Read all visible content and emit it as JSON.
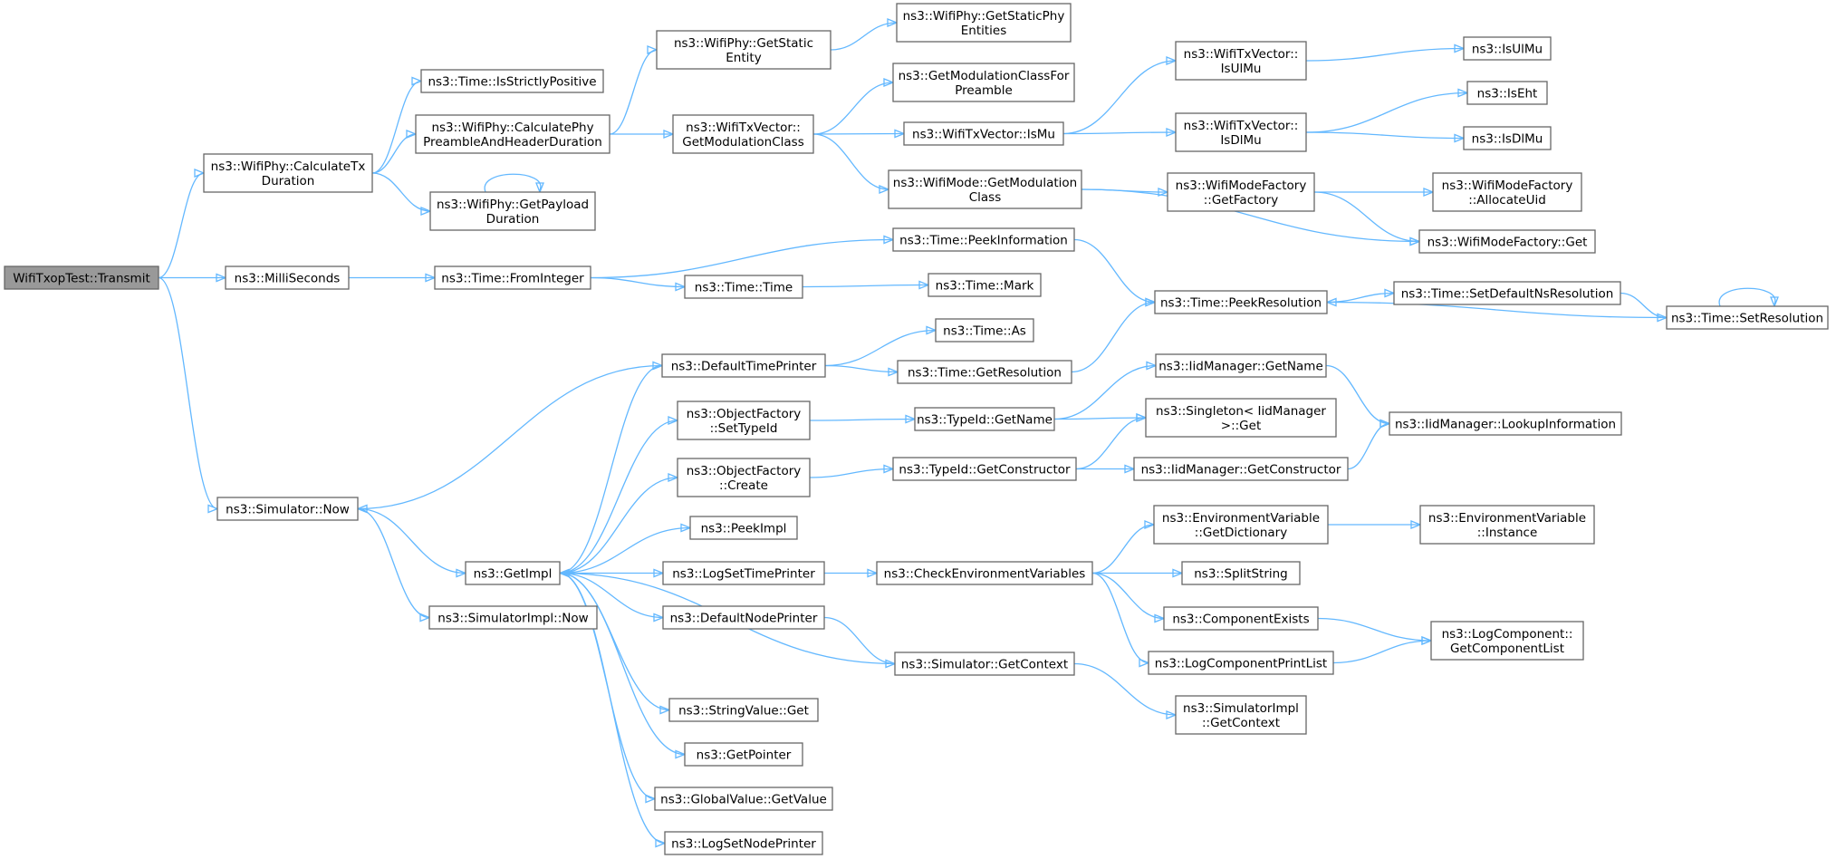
{
  "diagram": {
    "type": "call-graph",
    "colors": {
      "edge": "#63b8ff",
      "node_border": "#666666",
      "root_fill": "#999999",
      "node_fill": "#ffffff"
    },
    "nodes": [
      {
        "id": "transmit",
        "lines": [
          "WifiTxopTest::Transmit"
        ],
        "root": true
      },
      {
        "id": "calcTx",
        "lines": [
          "ns3::WifiPhy::CalculateTx",
          "Duration"
        ]
      },
      {
        "id": "milli",
        "lines": [
          "ns3::MilliSeconds"
        ]
      },
      {
        "id": "simNow",
        "lines": [
          "ns3::Simulator::Now"
        ]
      },
      {
        "id": "strictPos",
        "lines": [
          "ns3::Time::IsStrictlyPositive"
        ]
      },
      {
        "id": "calcPre",
        "lines": [
          "ns3::WifiPhy::CalculatePhy",
          "PreambleAndHeaderDuration"
        ]
      },
      {
        "id": "payload",
        "lines": [
          "ns3::WifiPhy::GetPayload",
          "Duration"
        ]
      },
      {
        "id": "fromInt",
        "lines": [
          "ns3::Time::FromInteger"
        ]
      },
      {
        "id": "getImpl",
        "lines": [
          "ns3::GetImpl"
        ]
      },
      {
        "id": "simImplNow",
        "lines": [
          "ns3::SimulatorImpl::Now"
        ]
      },
      {
        "id": "staticEnt",
        "lines": [
          "ns3::WifiPhy::GetStatic",
          "Entity"
        ]
      },
      {
        "id": "getModClass",
        "lines": [
          "ns3::WifiTxVector::",
          "GetModulationClass"
        ]
      },
      {
        "id": "defTimePrinter",
        "lines": [
          "ns3::DefaultTimePrinter"
        ]
      },
      {
        "id": "objSetType",
        "lines": [
          "ns3::ObjectFactory",
          "::SetTypeId"
        ]
      },
      {
        "id": "objCreate",
        "lines": [
          "ns3::ObjectFactory",
          "::Create"
        ]
      },
      {
        "id": "peekImpl",
        "lines": [
          "ns3::PeekImpl"
        ]
      },
      {
        "id": "logSetTime",
        "lines": [
          "ns3::LogSetTimePrinter"
        ]
      },
      {
        "id": "defNodePrinter",
        "lines": [
          "ns3::DefaultNodePrinter"
        ]
      },
      {
        "id": "strValGet",
        "lines": [
          "ns3::StringValue::Get"
        ]
      },
      {
        "id": "getPointer",
        "lines": [
          "ns3::GetPointer"
        ]
      },
      {
        "id": "globalGetValue",
        "lines": [
          "ns3::GlobalValue::GetValue"
        ]
      },
      {
        "id": "logSetNode",
        "lines": [
          "ns3::LogSetNodePrinter"
        ]
      },
      {
        "id": "timeTime",
        "lines": [
          "ns3::Time::Time"
        ]
      },
      {
        "id": "staticEntities",
        "lines": [
          "ns3::WifiPhy::GetStaticPhy",
          "Entities"
        ]
      },
      {
        "id": "getModForPre",
        "lines": [
          "ns3::GetModulationClassFor",
          "Preamble"
        ]
      },
      {
        "id": "isMu",
        "lines": [
          "ns3::WifiTxVector::IsMu"
        ]
      },
      {
        "id": "modeGetMod",
        "lines": [
          "ns3::WifiMode::GetModulation",
          "Class"
        ]
      },
      {
        "id": "peekInfo",
        "lines": [
          "ns3::Time::PeekInformation"
        ]
      },
      {
        "id": "timeMark",
        "lines": [
          "ns3::Time::Mark"
        ]
      },
      {
        "id": "timeAs",
        "lines": [
          "ns3::Time::As"
        ]
      },
      {
        "id": "getRes",
        "lines": [
          "ns3::Time::GetResolution"
        ]
      },
      {
        "id": "typeGetName",
        "lines": [
          "ns3::TypeId::GetName"
        ]
      },
      {
        "id": "typeGetCons",
        "lines": [
          "ns3::TypeId::GetConstructor"
        ]
      },
      {
        "id": "checkEnv",
        "lines": [
          "ns3::CheckEnvironmentVariables"
        ]
      },
      {
        "id": "simGetCtx",
        "lines": [
          "ns3::Simulator::GetContext"
        ]
      },
      {
        "id": "isUlMuV",
        "lines": [
          "ns3::WifiTxVector::",
          "IsUlMu"
        ]
      },
      {
        "id": "isDlMuV",
        "lines": [
          "ns3::WifiTxVector::",
          "IsDlMu"
        ]
      },
      {
        "id": "factoryGet",
        "lines": [
          "ns3::WifiModeFactory",
          "::GetFactory"
        ]
      },
      {
        "id": "peekRes",
        "lines": [
          "ns3::Time::PeekResolution"
        ]
      },
      {
        "id": "iidGetName",
        "lines": [
          "ns3::IidManager::GetName"
        ]
      },
      {
        "id": "singleton",
        "lines": [
          "ns3::Singleton< IidManager",
          ">::Get"
        ]
      },
      {
        "id": "iidGetCons",
        "lines": [
          "ns3::IidManager::GetConstructor"
        ]
      },
      {
        "id": "envGetDict",
        "lines": [
          "ns3::EnvironmentVariable",
          "::GetDictionary"
        ]
      },
      {
        "id": "splitString",
        "lines": [
          "ns3::SplitString"
        ]
      },
      {
        "id": "compExists",
        "lines": [
          "ns3::ComponentExists"
        ]
      },
      {
        "id": "logCompPrint",
        "lines": [
          "ns3::LogComponentPrintList"
        ]
      },
      {
        "id": "simImplCtx",
        "lines": [
          "ns3::SimulatorImpl",
          "::GetContext"
        ]
      },
      {
        "id": "setDefNs",
        "lines": [
          "ns3::Time::SetDefaultNsResolution"
        ]
      },
      {
        "id": "isUlMu",
        "lines": [
          "ns3::IsUlMu"
        ]
      },
      {
        "id": "isEht",
        "lines": [
          "ns3::IsEht"
        ]
      },
      {
        "id": "isDlMu",
        "lines": [
          "ns3::IsDlMu"
        ]
      },
      {
        "id": "allocUid",
        "lines": [
          "ns3::WifiModeFactory",
          "::AllocateUid"
        ]
      },
      {
        "id": "wmfGet",
        "lines": [
          "ns3::WifiModeFactory::Get"
        ]
      },
      {
        "id": "iidLookup",
        "lines": [
          "ns3::IidManager::LookupInformation"
        ]
      },
      {
        "id": "envInstance",
        "lines": [
          "ns3::EnvironmentVariable",
          "::Instance"
        ]
      },
      {
        "id": "logCompGetList",
        "lines": [
          "ns3::LogComponent::",
          "GetComponentList"
        ]
      },
      {
        "id": "setRes",
        "lines": [
          "ns3::Time::SetResolution"
        ]
      }
    ],
    "edges": [
      [
        "transmit",
        "calcTx"
      ],
      [
        "transmit",
        "milli"
      ],
      [
        "transmit",
        "simNow"
      ],
      [
        "calcTx",
        "strictPos"
      ],
      [
        "calcTx",
        "calcPre"
      ],
      [
        "calcTx",
        "payload"
      ],
      [
        "milli",
        "fromInt"
      ],
      [
        "simNow",
        "getImpl"
      ],
      [
        "simNow",
        "simImplNow"
      ],
      [
        "calcPre",
        "staticEnt"
      ],
      [
        "calcPre",
        "getModClass"
      ],
      [
        "payload",
        "payload"
      ],
      [
        "fromInt",
        "peekInfo"
      ],
      [
        "fromInt",
        "timeTime"
      ],
      [
        "getImpl",
        "defTimePrinter"
      ],
      [
        "getImpl",
        "objSetType"
      ],
      [
        "getImpl",
        "objCreate"
      ],
      [
        "getImpl",
        "peekImpl"
      ],
      [
        "getImpl",
        "logSetTime"
      ],
      [
        "getImpl",
        "defNodePrinter"
      ],
      [
        "getImpl",
        "strValGet"
      ],
      [
        "getImpl",
        "getPointer"
      ],
      [
        "getImpl",
        "globalGetValue"
      ],
      [
        "getImpl",
        "logSetNode"
      ],
      [
        "staticEnt",
        "staticEntities"
      ],
      [
        "getModClass",
        "getModForPre"
      ],
      [
        "getModClass",
        "isMu"
      ],
      [
        "getModClass",
        "modeGetMod"
      ],
      [
        "defTimePrinter",
        "timeAs"
      ],
      [
        "defTimePrinter",
        "getRes"
      ],
      [
        "defTimePrinter",
        "simNow"
      ],
      [
        "objSetType",
        "typeGetName"
      ],
      [
        "objCreate",
        "typeGetCons"
      ],
      [
        "logSetTime",
        "checkEnv"
      ],
      [
        "defNodePrinter",
        "simGetCtx"
      ],
      [
        "simGetCtx",
        "getImpl"
      ],
      [
        "timeTime",
        "timeMark"
      ],
      [
        "isMu",
        "isUlMuV"
      ],
      [
        "isMu",
        "isDlMuV"
      ],
      [
        "modeGetMod",
        "factoryGet"
      ],
      [
        "modeGetMod",
        "wmfGet"
      ],
      [
        "peekInfo",
        "peekRes"
      ],
      [
        "getRes",
        "peekRes"
      ],
      [
        "typeGetName",
        "iidGetName"
      ],
      [
        "typeGetName",
        "singleton"
      ],
      [
        "typeGetCons",
        "singleton"
      ],
      [
        "typeGetCons",
        "iidGetCons"
      ],
      [
        "checkEnv",
        "envGetDict"
      ],
      [
        "checkEnv",
        "splitString"
      ],
      [
        "checkEnv",
        "compExists"
      ],
      [
        "checkEnv",
        "logCompPrint"
      ],
      [
        "simGetCtx",
        "simImplCtx"
      ],
      [
        "isUlMuV",
        "isUlMu"
      ],
      [
        "isDlMuV",
        "isEht"
      ],
      [
        "isDlMuV",
        "isDlMu"
      ],
      [
        "factoryGet",
        "allocUid"
      ],
      [
        "factoryGet",
        "wmfGet"
      ],
      [
        "peekRes",
        "setDefNs"
      ],
      [
        "setDefNs",
        "setRes"
      ],
      [
        "setRes",
        "peekRes"
      ],
      [
        "setRes",
        "setRes"
      ],
      [
        "iidGetName",
        "iidLookup"
      ],
      [
        "iidGetCons",
        "iidLookup"
      ],
      [
        "envGetDict",
        "envInstance"
      ],
      [
        "compExists",
        "logCompGetList"
      ],
      [
        "logCompPrint",
        "logCompGetList"
      ]
    ]
  }
}
